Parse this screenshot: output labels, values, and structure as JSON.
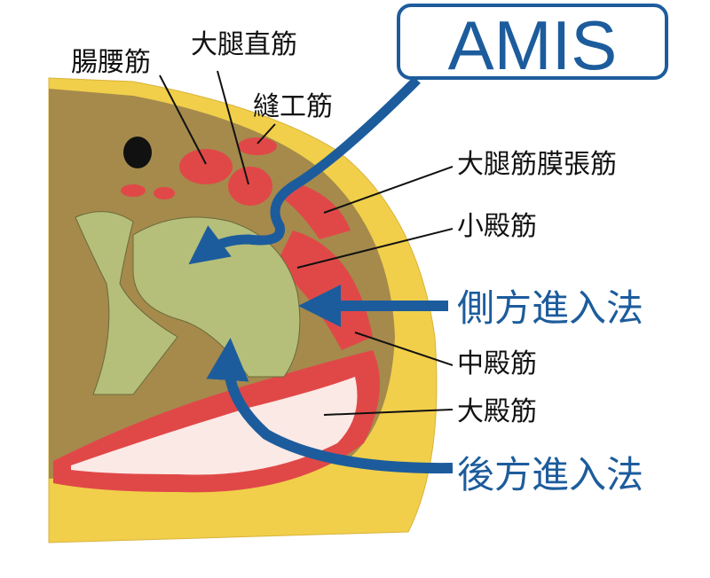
{
  "colors": {
    "accent": "#1d5c9c",
    "fat": "#f1cf4a",
    "muscle": "#e04848",
    "bone": "#b6bf7a",
    "interior": "#a58a4c"
  },
  "callout": {
    "title": "AMIS"
  },
  "approaches": {
    "lateral": "側方進入法",
    "posterior": "後方進入法"
  },
  "muscles": {
    "iliopsoas": "腸腰筋",
    "rectus_femoris": "大腿直筋",
    "sartorius": "縫工筋",
    "tensor_fasciae_latae": "大腿筋膜張筋",
    "gluteus_minimus": "小殿筋",
    "gluteus_medius": "中殿筋",
    "gluteus_maximus": "大殿筋"
  }
}
